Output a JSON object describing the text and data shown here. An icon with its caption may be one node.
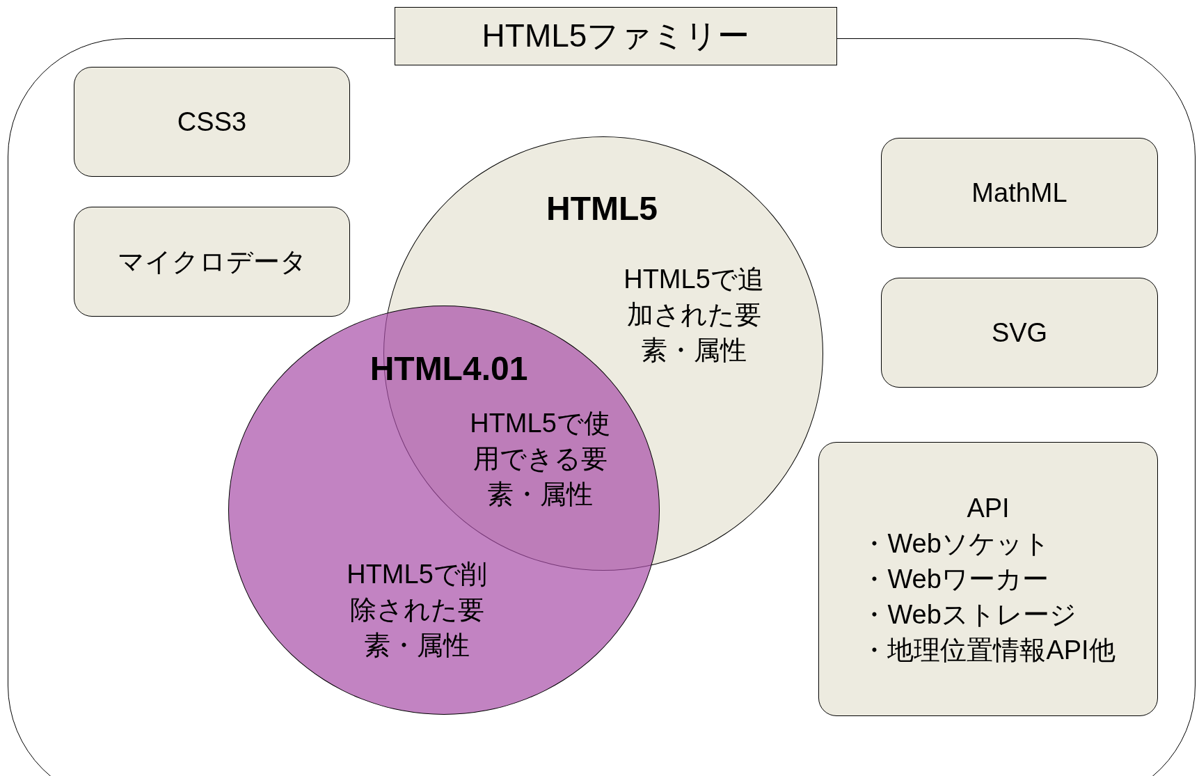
{
  "diagram": {
    "nodes": [
      {
        "text": [
          "HTML5ファミリー"
        ]
      },
      {
        "text": [
          "CSS3"
        ],
        "in": 0
      },
      {
        "text": [
          "マイクロデータ"
        ],
        "in": 0
      },
      {
        "text": [
          "MathML"
        ],
        "in": 0
      },
      {
        "text": [
          "SVG"
        ],
        "in": 0
      },
      {
        "text": [
          "HTML5",
          "HTML5で追加された要素・属性"
        ],
        "in": 0
      },
      {
        "text": [
          "HTML4.01",
          "HTML5で削除された要素・属性"
        ],
        "in": 0
      },
      {
        "text": [
          "API",
          "・Webソケット",
          "・Webワーカー",
          "・Webストレージ",
          "・地理位置情報API他"
        ],
        "in": 0
      }
    ],
    "labels": [
      "HTML5で使用できる要素・属性"
    ]
  }
}
